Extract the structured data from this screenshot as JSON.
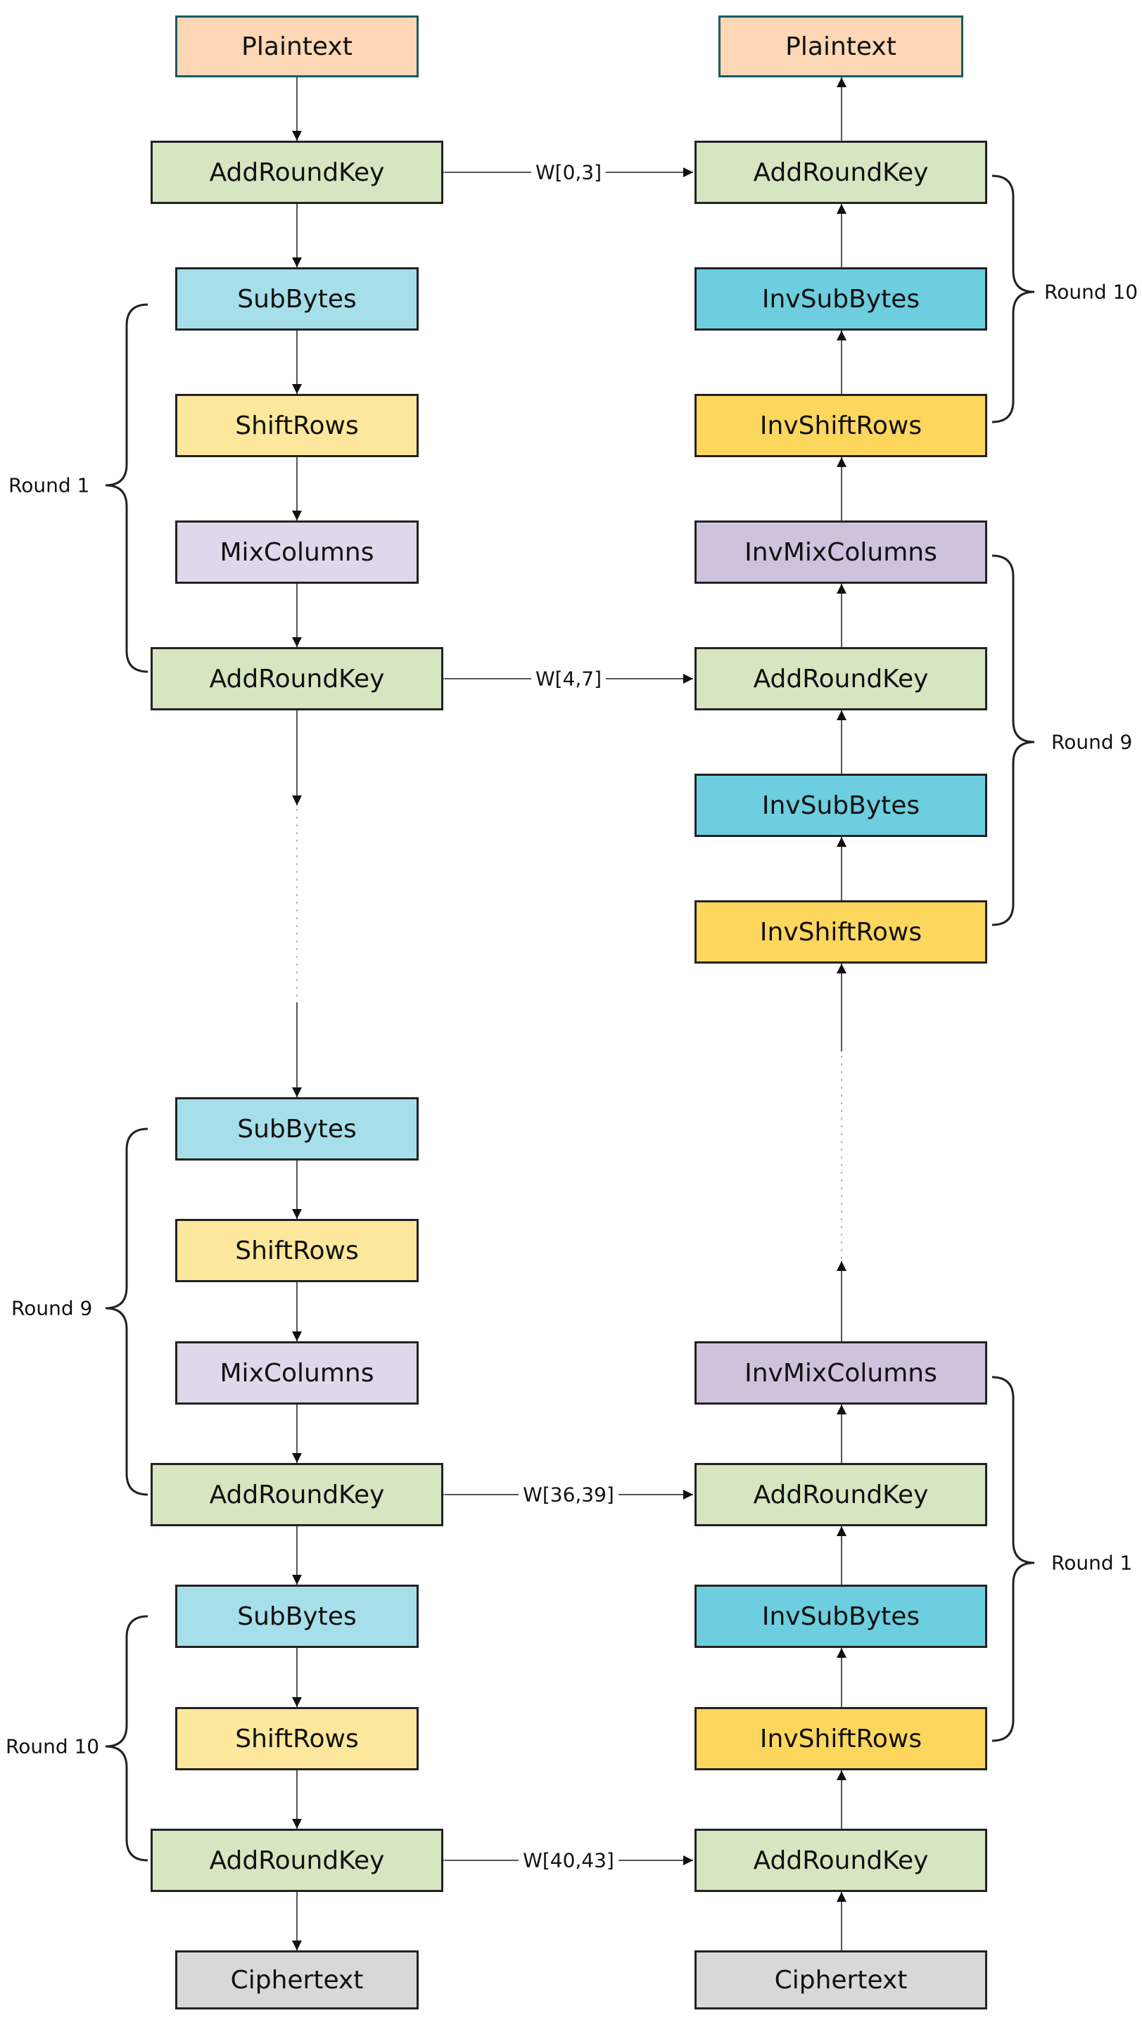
{
  "colors": {
    "plaintext": "#fdd7b6",
    "addroundkey": "#d5e6c1",
    "subbytes": "#a6dfea",
    "shiftrows": "#fde79c",
    "mixcolumns": "#e0d8ea",
    "invsubbytes": "#6ccede",
    "invshiftrows": "#fdd75d",
    "invmixcolumns": "#d0c2dc",
    "ciphertext": "#d8d8d8",
    "plaintext_border": "#1b5a63"
  },
  "encryption": {
    "plaintext": "Plaintext",
    "ark0": "AddRoundKey",
    "r1_subbytes": "SubBytes",
    "r1_shiftrows": "ShiftRows",
    "r1_mixcolumns": "MixColumns",
    "r1_ark": "AddRoundKey",
    "r9_subbytes": "SubBytes",
    "r9_shiftrows": "ShiftRows",
    "r9_mixcolumns": "MixColumns",
    "r9_ark": "AddRoundKey",
    "r10_subbytes": "SubBytes",
    "r10_shiftrows": "ShiftRows",
    "r10_ark": "AddRoundKey",
    "ciphertext": "Ciphertext",
    "round1_label": "Round 1",
    "round9_label": "Round 9",
    "round10_label": "Round 10"
  },
  "decryption": {
    "plaintext": "Plaintext",
    "r10_ark": "AddRoundKey",
    "r10_invsubbytes": "InvSubBytes",
    "r10_invshiftrows": "InvShiftRows",
    "r9_invmixcolumns": "InvMixColumns",
    "r9_ark": "AddRoundKey",
    "r9_invsubbytes": "InvSubBytes",
    "r9_invshiftrows": "InvShiftRows",
    "r1_invmixcolumns": "InvMixColumns",
    "r1_ark": "AddRoundKey",
    "r1_invsubbytes": "InvSubBytes",
    "r1_invshiftrows": "InvShiftRows",
    "ark0": "AddRoundKey",
    "ciphertext": "Ciphertext",
    "round10_label": "Round 10",
    "round9_label": "Round 9",
    "round1_label": "Round 1"
  },
  "keys": {
    "w0_3": "W[0,3]",
    "w4_7": "W[4,7]",
    "w36_39": "W[36,39]",
    "w40_43": "W[40,43]"
  }
}
